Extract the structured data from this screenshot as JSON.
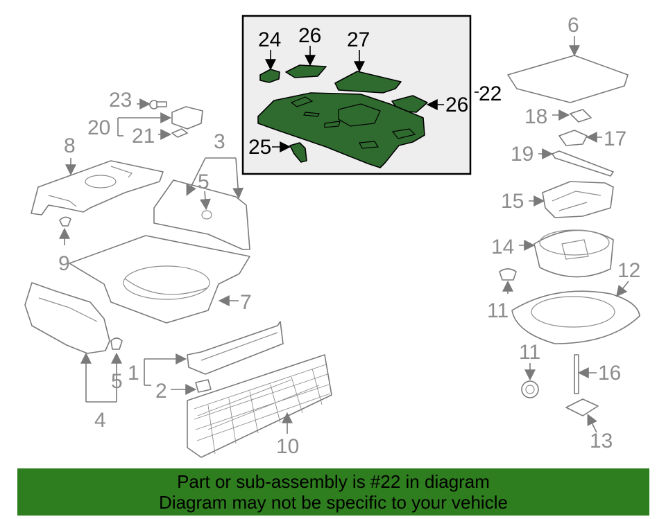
{
  "callouts": {
    "c1": "1",
    "c2": "2",
    "c3": "3",
    "c4": "4",
    "c5a": "5",
    "c5b": "5",
    "c6": "6",
    "c7": "7",
    "c8": "8",
    "c9": "9",
    "c10": "10",
    "c11a": "11",
    "c11b": "11",
    "c12": "12",
    "c13": "13",
    "c14": "14",
    "c15": "15",
    "c16": "16",
    "c17": "17",
    "c18": "18",
    "c19": "19",
    "c20": "20",
    "c21": "21",
    "c22": "22",
    "c23": "23",
    "c24": "24",
    "c25": "25",
    "c26a": "26",
    "c26b": "26",
    "c27": "27"
  },
  "highlight": {
    "part_number": "22",
    "color": "#2e7d1e",
    "part_color": "#2f6b2f"
  },
  "banner": {
    "line1": "Part or sub-assembly is #22 in diagram",
    "line2": "Diagram may not be specific to your vehicle"
  }
}
